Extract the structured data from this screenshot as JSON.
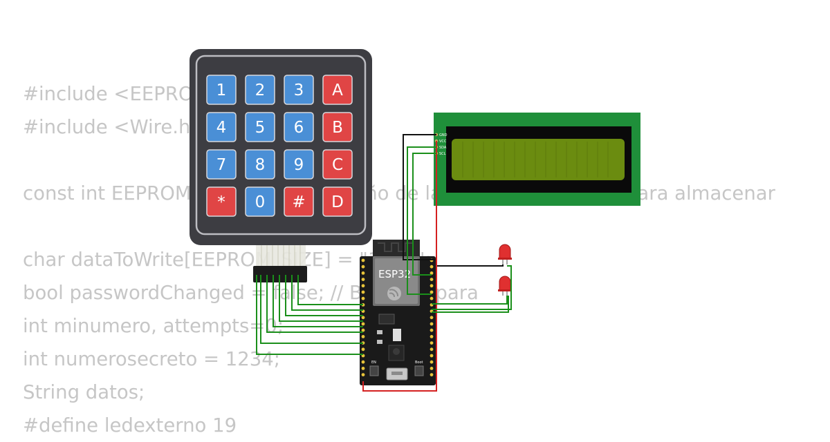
{
  "code": {
    "lines": [
      "#include <EEPROM.h>",
      "#include <Wire.h>",
      "",
      "const int EEPROM_SIZE = 4; // Tamaño de la memoria EEPROM para almacenar",
      "",
      "char dataToWrite[EEPROM_SIZE] = \"1234\";",
      "bool passwordChanged = false; // Bandera para",
      "int minumero, attempts=0;",
      "int numerosecreto = 1234;",
      "String datos;",
      "#define ledexterno 19"
    ]
  },
  "keypad": {
    "rows": [
      [
        {
          "label": "1",
          "color": "#4a8fd6"
        },
        {
          "label": "2",
          "color": "#4a8fd6"
        },
        {
          "label": "3",
          "color": "#4a8fd6"
        },
        {
          "label": "A",
          "color": "#e04545"
        }
      ],
      [
        {
          "label": "4",
          "color": "#4a8fd6"
        },
        {
          "label": "5",
          "color": "#4a8fd6"
        },
        {
          "label": "6",
          "color": "#4a8fd6"
        },
        {
          "label": "B",
          "color": "#e04545"
        }
      ],
      [
        {
          "label": "7",
          "color": "#4a8fd6"
        },
        {
          "label": "8",
          "color": "#4a8fd6"
        },
        {
          "label": "9",
          "color": "#4a8fd6"
        },
        {
          "label": "C",
          "color": "#e04545"
        }
      ],
      [
        {
          "label": "*",
          "color": "#e04545"
        },
        {
          "label": "0",
          "color": "#4a8fd6"
        },
        {
          "label": "#",
          "color": "#e04545"
        },
        {
          "label": "D",
          "color": "#e04545"
        }
      ]
    ]
  },
  "lcd": {
    "pins": [
      "GND",
      "VCC",
      "SDA",
      "SCL"
    ]
  },
  "esp32": {
    "label": "ESP32",
    "boot_label": "Boot",
    "en_label": "EN"
  },
  "colors": {
    "wire_green": "#1a8f1a",
    "wire_red": "#d42020",
    "wire_black": "#111111",
    "lcd_board": "#1f8f3a",
    "lcd_screen": "#6b8c10",
    "keypad_body": "#3d3d42",
    "board_body": "#1a1a1a",
    "led_red": "#e03030"
  }
}
